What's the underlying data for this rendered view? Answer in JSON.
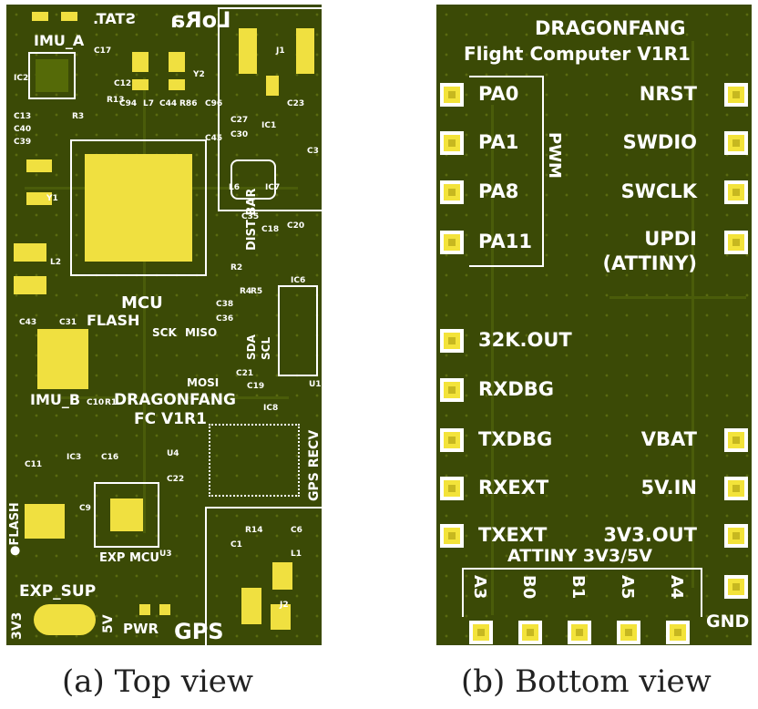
{
  "top": {
    "brand": "LoRa",
    "stat": "STAT.",
    "imu_a": "IMU_A",
    "mcu": "MCU",
    "flash": "FLASH",
    "imu_b": "IMU_B",
    "dragonfang": "DRAGONFANG",
    "fc": "FC V1R1",
    "gps_recv": "GPS RECV",
    "exp_mcu": "EXP MCU",
    "exp_sup": "EXP_SUP",
    "pwr": "PWR",
    "gps": "GPS",
    "v3v3": "3V3",
    "v5": "5V",
    "flash_dot": "●FLASH",
    "dist_bar": "DIST BAR",
    "sck": "SCK",
    "miso": "MISO",
    "mosi": "MOSI",
    "sda": "SDA",
    "scl": "SCL",
    "refs": [
      "C17",
      "IC2",
      "Y2",
      "C12",
      "R13",
      "C94",
      "L7",
      "C44",
      "R86",
      "C96",
      "R3",
      "C13",
      "C40",
      "C39",
      "J1",
      "C23",
      "IC1",
      "C27",
      "C30",
      "C45",
      "C3",
      "L6",
      "IC7",
      "Y1",
      "C35",
      "C18",
      "C20",
      "R2",
      "IC6",
      "L2",
      "R4",
      "R5",
      "C38",
      "C36",
      "C43",
      "C31",
      "C21",
      "C19",
      "U1",
      "IC8",
      "C10",
      "R1",
      "U4",
      "IC3",
      "C16",
      "C22",
      "C11",
      "C9",
      "U3",
      "R14",
      "C6",
      "C1",
      "L1",
      "J2"
    ]
  },
  "bottom": {
    "title1": "DRAGONFANG",
    "title2": "Flight Computer V1R1",
    "pwm": "PWM",
    "left_labels": [
      "PA0",
      "PA1",
      "PA8",
      "PA11",
      "32K.OUT",
      "RXDBG",
      "TXDBG",
      "RXEXT",
      "TXEXT"
    ],
    "right_labels": [
      "NRST",
      "SWDIO",
      "SWCLK",
      "UPDI",
      "(ATTINY)",
      "VBAT",
      "5V.IN",
      "3V3.OUT"
    ],
    "attiny": "ATTINY 3V3/5V",
    "attiny_pins": [
      "A3",
      "B0",
      "B1",
      "A5",
      "A4"
    ],
    "gnd": "GND"
  },
  "captions": {
    "top": "(a) Top view",
    "bottom": "(b) Bottom view"
  }
}
